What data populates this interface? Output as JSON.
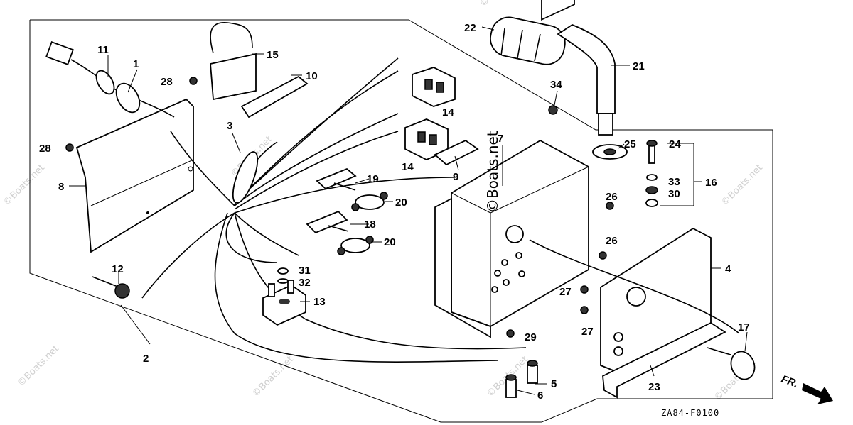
{
  "diagram": {
    "callouts": {
      "c1": "1",
      "c2": "2",
      "c3": "3",
      "c4": "4",
      "c5": "5",
      "c6": "6",
      "c7": "7",
      "c8": "8",
      "c9": "9",
      "c10": "10",
      "c11": "11",
      "c12": "12",
      "c13": "13",
      "c14a": "14",
      "c14b": "14",
      "c15": "15",
      "c16": "16",
      "c17": "17",
      "c18": "18",
      "c19": "19",
      "c20a": "20",
      "c20b": "20",
      "c21": "21",
      "c22": "22",
      "c23": "23",
      "c24": "24",
      "c25": "25",
      "c26a": "26",
      "c26b": "26",
      "c27a": "27",
      "c27b": "27",
      "c28a": "28",
      "c28b": "28",
      "c29": "29",
      "c30": "30",
      "c31": "31",
      "c32": "32",
      "c33": "33",
      "c34": "34"
    },
    "reference_code": "ZA84-F0100",
    "direction_label": "FR.",
    "watermark_text": "©Boats.net",
    "watermark_inline": "©Boats.net"
  }
}
